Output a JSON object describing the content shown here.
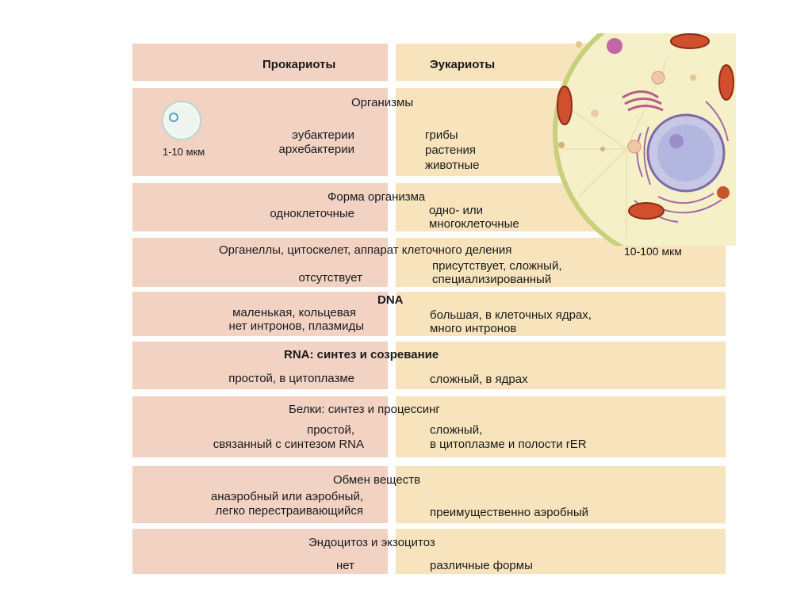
{
  "header": {
    "prokaryotes": "Прокариоты",
    "eukaryotes": "Эукариоты"
  },
  "organisms": {
    "title": "Организмы",
    "size_small": "1-10 мкм",
    "pro_1": "эубактерии",
    "pro_2": "архебактерии",
    "eu_1": "грибы",
    "eu_2": "растения",
    "eu_3": "животные"
  },
  "form": {
    "title": "Форма организма",
    "pro": "одноклеточные",
    "eu_1": "одно- или",
    "eu_2": "многоклеточные"
  },
  "organelles": {
    "title": "Органеллы, цитоскелет, аппарат клеточного деления",
    "size_large": "10-100 мкм",
    "pro": "отсутствует",
    "eu_1": "присутствует, сложный,",
    "eu_2": "специализированный"
  },
  "dna": {
    "title": "DNA",
    "pro_1": "маленькая, кольцевая",
    "pro_2": "нет интронов, плазмиды",
    "eu_1": "большая, в клеточных ядрах,",
    "eu_2": "много интронов"
  },
  "rna": {
    "title": "RNA: синтез и созревание",
    "pro": "простой, в цитоплазме",
    "eu": "сложный, в ядрах"
  },
  "proteins": {
    "title": "Белки: синтез и процессинг",
    "pro_1": "простой,",
    "pro_2": "связанный с синтезом RNA",
    "eu_1": "сложный,",
    "eu_2": "в цитоплазме и полости rER"
  },
  "metabolism": {
    "title": "Обмен веществ",
    "pro_1": "анаэробный или аэробный,",
    "pro_2": "легко перестраивающийся",
    "eu": "преимущественно аэробный"
  },
  "endocytosis": {
    "title": "Эндоцитоз и экзоцитоз",
    "pro": "нет",
    "eu": "различные формы"
  }
}
